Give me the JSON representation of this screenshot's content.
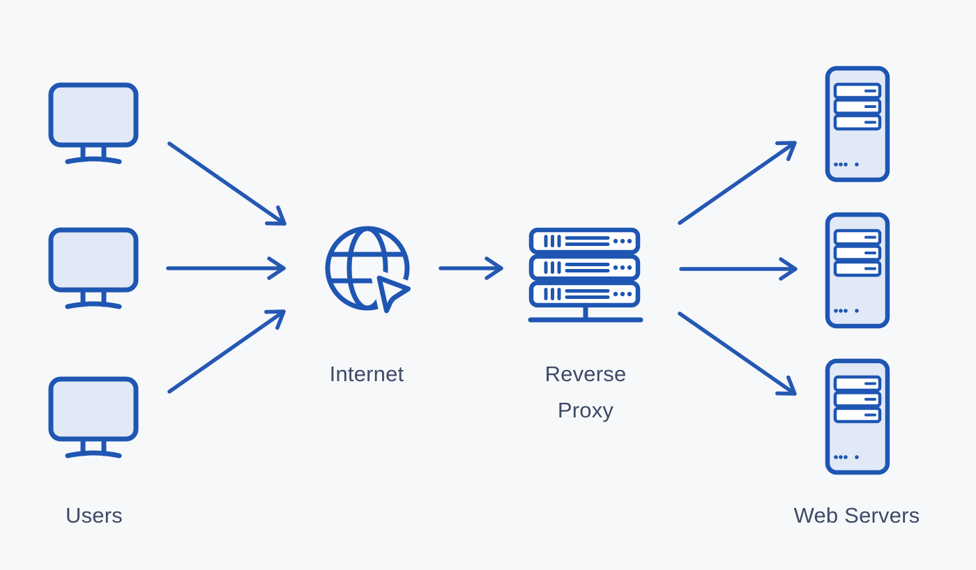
{
  "diagram": {
    "description": "Reverse proxy architecture diagram",
    "colors": {
      "background": "#f7f8fa",
      "icon_stroke": "#1e56b2",
      "icon_fill": "#e1e9f7",
      "rack_fill": "#ffffff",
      "arrow": "#2458b3",
      "label_text": "#3e4a66"
    },
    "nodes": {
      "users": {
        "label": "Users",
        "count": 3,
        "icon": "monitor-icon"
      },
      "internet": {
        "label": "Internet",
        "icon": "globe-with-cursor-icon"
      },
      "reverse_proxy": {
        "label_line1": "Reverse",
        "label_line2": "Proxy",
        "icon": "server-rack-stack-icon"
      },
      "web_servers": {
        "label": "Web Servers",
        "count": 3,
        "icon": "server-tower-icon"
      }
    },
    "connections": [
      {
        "from": "user-1",
        "to": "internet"
      },
      {
        "from": "user-2",
        "to": "internet"
      },
      {
        "from": "user-3",
        "to": "internet"
      },
      {
        "from": "internet",
        "to": "reverse-proxy"
      },
      {
        "from": "reverse-proxy",
        "to": "web-server-1"
      },
      {
        "from": "reverse-proxy",
        "to": "web-server-2"
      },
      {
        "from": "reverse-proxy",
        "to": "web-server-3"
      }
    ]
  }
}
